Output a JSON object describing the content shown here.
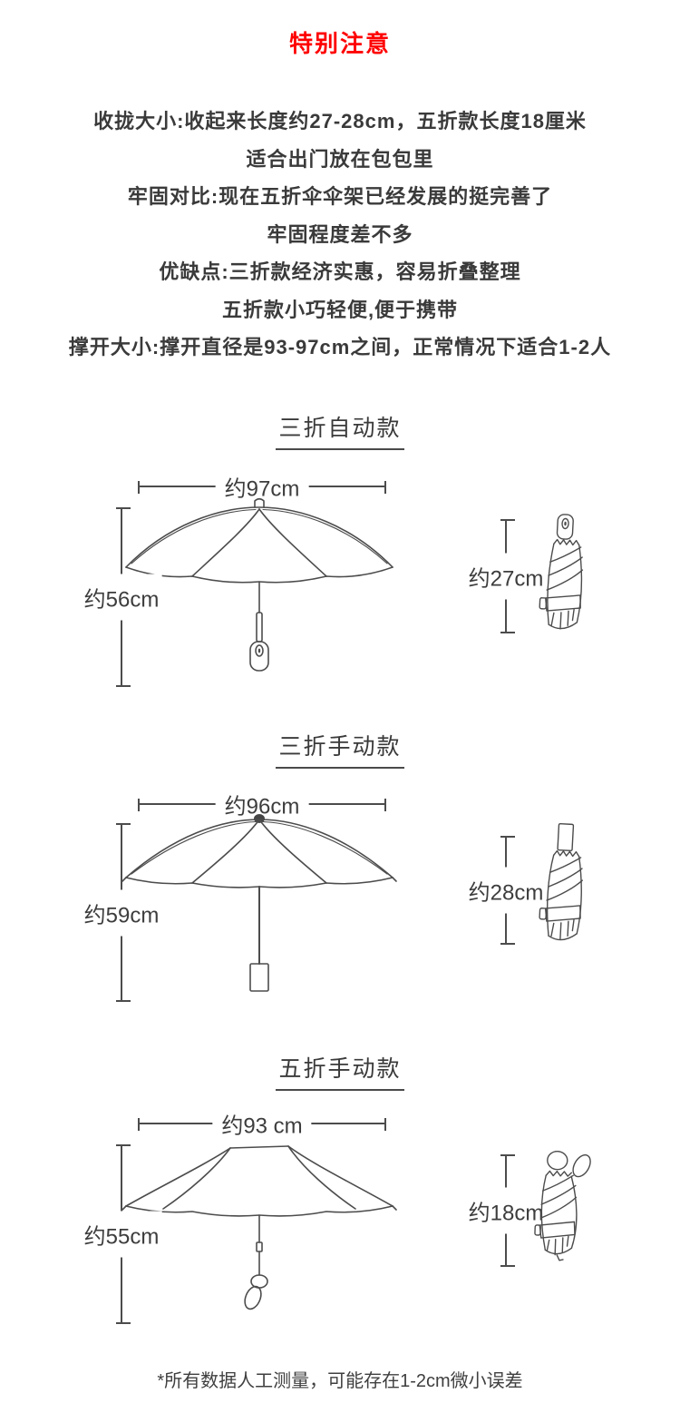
{
  "page": {
    "title": "特别注意",
    "accent_color": "#fe0000",
    "text_color": "#3a3a3a",
    "intro_lines": [
      "收拢大小:收起来长度约27-28cm，五折款长度18厘米",
      "适合出门放在包包里",
      "牢固对比:现在五折伞伞架已经发展的挺完善了",
      "牢固程度差不多",
      "优缺点:三折款经济实惠，容易折叠整理",
      "五折款小巧轻便,便于携带",
      "撑开大小:撑开直径是93-97cm之间，正常情况下适合1-2人"
    ],
    "footnote": "*所有数据人工测量，可能存在1-2cm微小误差"
  },
  "sections": [
    {
      "heading": "三折自动款",
      "open_width": "约97cm",
      "open_height": "约56cm",
      "folded_length": "约27cm"
    },
    {
      "heading": "三折手动款",
      "open_width": "约96cm",
      "open_height": "约59cm",
      "folded_length": "约28cm"
    },
    {
      "heading": "五折手动款",
      "open_width": "约93 cm",
      "open_height": "约55cm",
      "folded_length": "约18cm"
    }
  ]
}
